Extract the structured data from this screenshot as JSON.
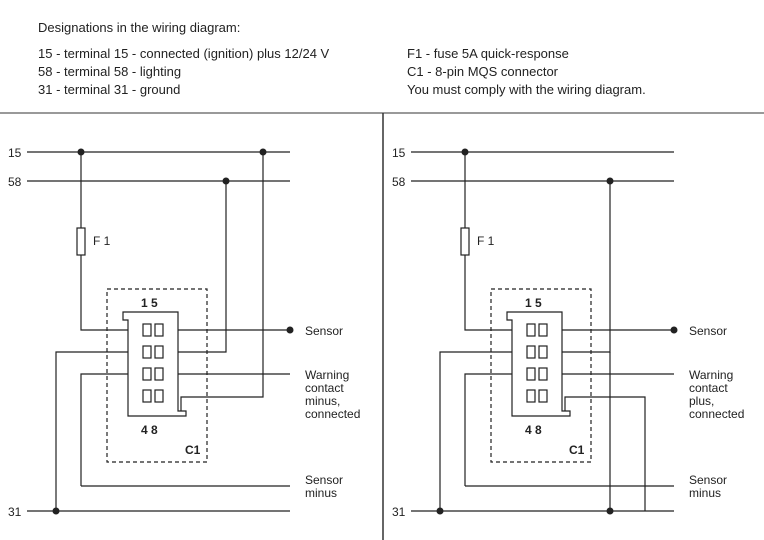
{
  "legend": {
    "heading": "Designations in the wiring diagram:",
    "left_items": [
      "15 - terminal 15 - connected (ignition) plus 12/24 V",
      "58 - terminal 58 - lighting",
      "31 - terminal 31 - ground"
    ],
    "right_items": [
      "F1 - fuse 5A quick-response",
      "C1 - 8-pin MQS connector",
      "You must comply with the wiring diagram."
    ]
  },
  "diagrams": [
    {
      "terminals": {
        "t15": "15",
        "t58": "58",
        "t31": "31"
      },
      "fuse_label": "F 1",
      "pin_top": "1 5",
      "pin_bottom": "4 8",
      "connector_label": "C1",
      "sensor_label": "Sensor",
      "warning_lines": [
        "Warning",
        "contact",
        "minus,",
        "connected"
      ],
      "sensor_minus_lines": [
        "Sensor",
        "minus"
      ]
    },
    {
      "terminals": {
        "t15": "15",
        "t58": "58",
        "t31": "31"
      },
      "fuse_label": "F 1",
      "pin_top": "1 5",
      "pin_bottom": "4 8",
      "connector_label": "C1",
      "sensor_label": "Sensor",
      "warning_lines": [
        "Warning",
        "contact",
        "plus,",
        "connected"
      ],
      "sensor_minus_lines": [
        "Sensor",
        "minus"
      ]
    }
  ],
  "colors": {
    "line": "#222222",
    "divider": "#333333"
  }
}
